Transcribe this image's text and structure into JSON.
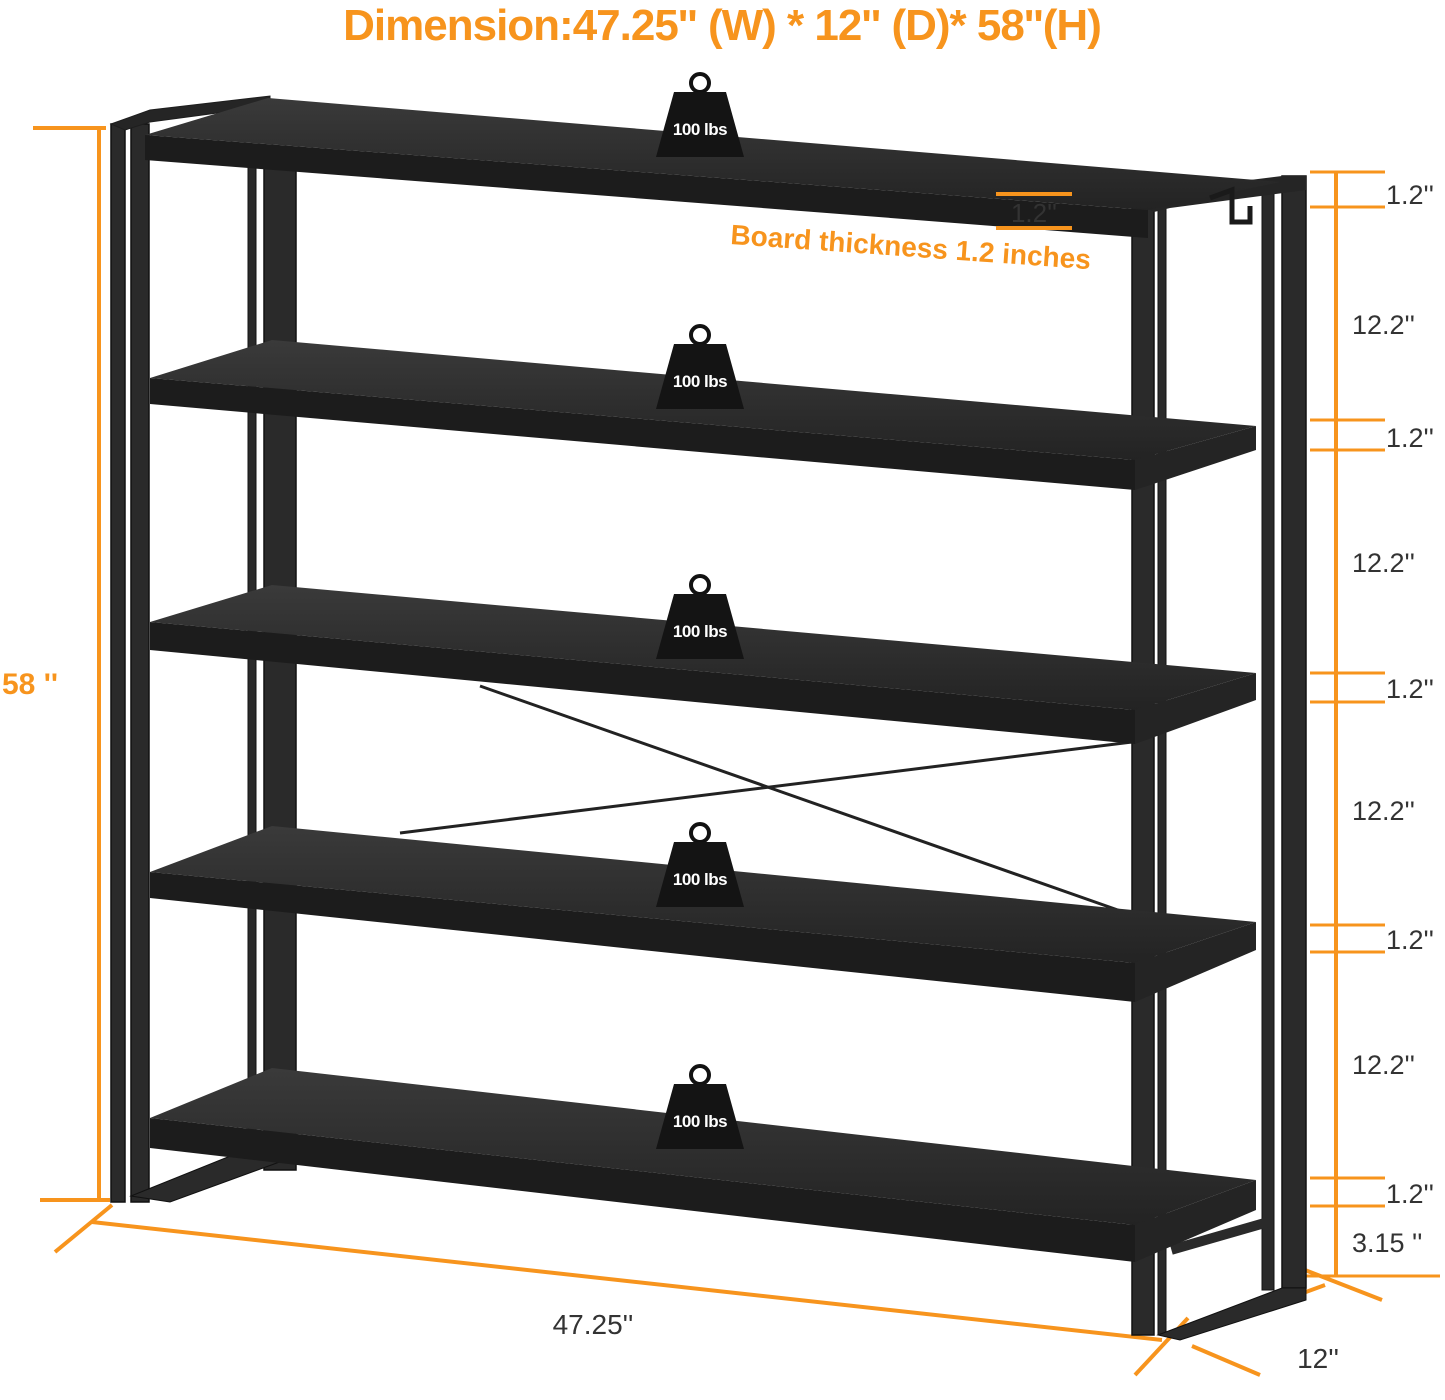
{
  "title": "Dimension:47.25'' (W) * 12'' (D)* 58''(H)",
  "colors": {
    "accent": "#F7941D",
    "frame": "#1f1f1f",
    "shelf": "#2b2b2b",
    "label": "#333333"
  },
  "dimensions": {
    "height": "58 ''",
    "width": "47.25''",
    "depth": "12''",
    "board_callout": "1.2''",
    "board_thickness_label": "Board thickness 1.2 inches"
  },
  "right_scale": [
    "1.2''",
    "12.2''",
    "1.2''",
    "12.2''",
    "1.2''",
    "12.2''",
    "1.2''",
    "12.2''",
    "1.2''",
    "3.15 ''"
  ],
  "shelves": [
    {
      "capacity": "100 lbs",
      "icon": "weight-icon"
    },
    {
      "capacity": "100 lbs",
      "icon": "weight-icon"
    },
    {
      "capacity": "100 lbs",
      "icon": "weight-icon"
    },
    {
      "capacity": "100 lbs",
      "icon": "weight-icon"
    },
    {
      "capacity": "100 lbs",
      "icon": "weight-icon"
    }
  ]
}
